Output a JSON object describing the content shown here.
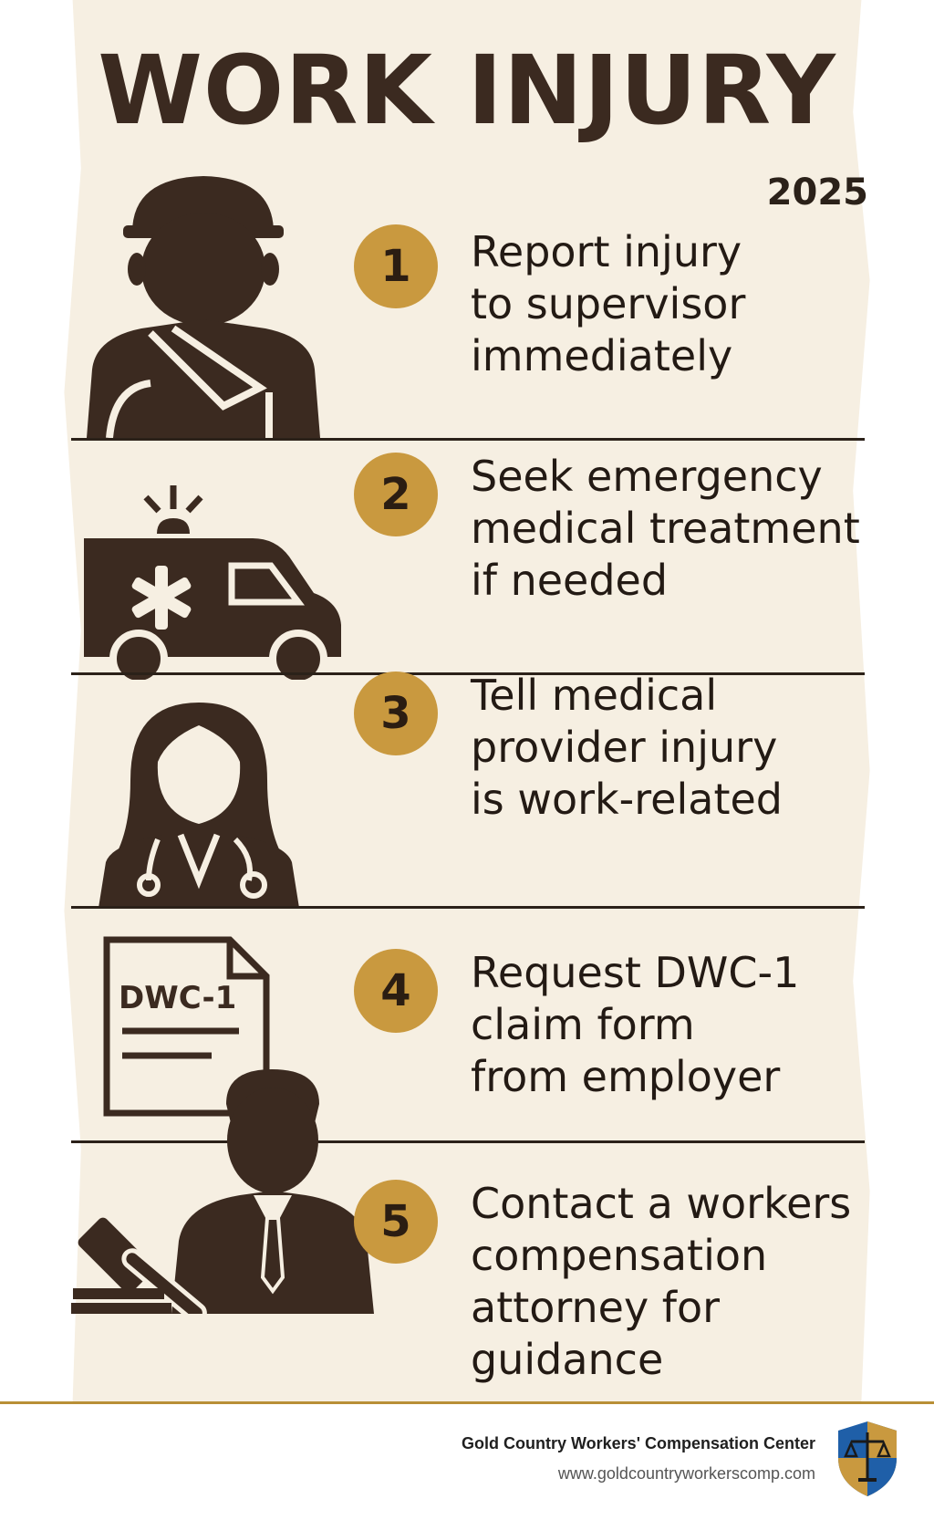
{
  "title": "WORK INJURY",
  "year": "2025",
  "steps": [
    {
      "number": "1",
      "lines": [
        "Report injury",
        "to supervisor",
        "immediately"
      ],
      "icon": "injured-worker-icon"
    },
    {
      "number": "2",
      "lines": [
        "Seek emergency",
        "medical treatment",
        "if needed"
      ],
      "icon": "ambulance-icon"
    },
    {
      "number": "3",
      "lines": [
        "Tell medical",
        "provider injury",
        "is work-related"
      ],
      "icon": "doctor-icon"
    },
    {
      "number": "4",
      "lines": [
        "Request DWC-1",
        "claim form",
        "from employer"
      ],
      "icon": "claim-form-icon",
      "form_label": "DWC-1"
    },
    {
      "number": "5",
      "lines": [
        "Contact a workers",
        "compensation",
        "attorney for",
        "guidance"
      ],
      "icon": "attorney-gavel-icon"
    }
  ],
  "footer": {
    "organization": "Gold Country Workers' Compensation Center",
    "url": "www.goldcountryworkerscomp.com",
    "logo_icon": "scales-shield-icon"
  },
  "colors": {
    "background": "#f6efe2",
    "ink": "#3b2a20",
    "accent_gold": "#c9993f",
    "shield_blue": "#1f5fa8"
  }
}
